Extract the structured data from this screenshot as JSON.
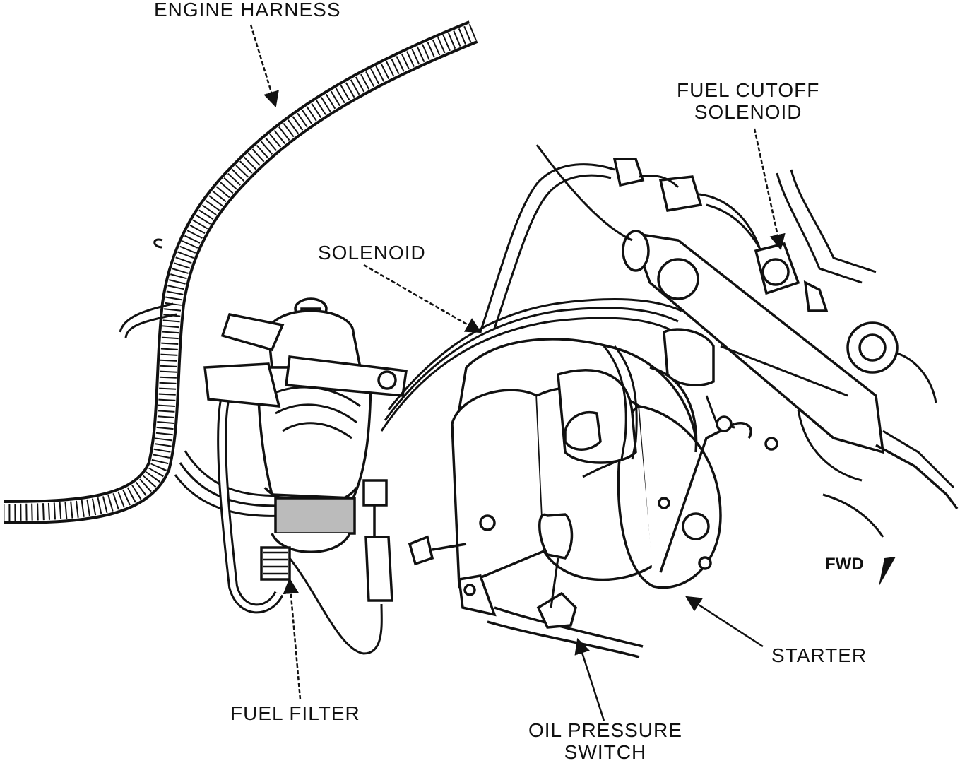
{
  "labels": {
    "engine_harness": "ENGINE HARNESS",
    "fuel_cutoff_solenoid_line1": "FUEL CUTOFF",
    "fuel_cutoff_solenoid_line2": "SOLENOID",
    "solenoid": "SOLENOID",
    "fwd": "FWD",
    "starter": "STARTER",
    "fuel_filter": "FUEL FILTER",
    "oil_pressure_switch_line1": "OIL PRESSURE",
    "oil_pressure_switch_line2": "SWITCH"
  },
  "colors": {
    "line": "#111111",
    "background": "#ffffff"
  }
}
